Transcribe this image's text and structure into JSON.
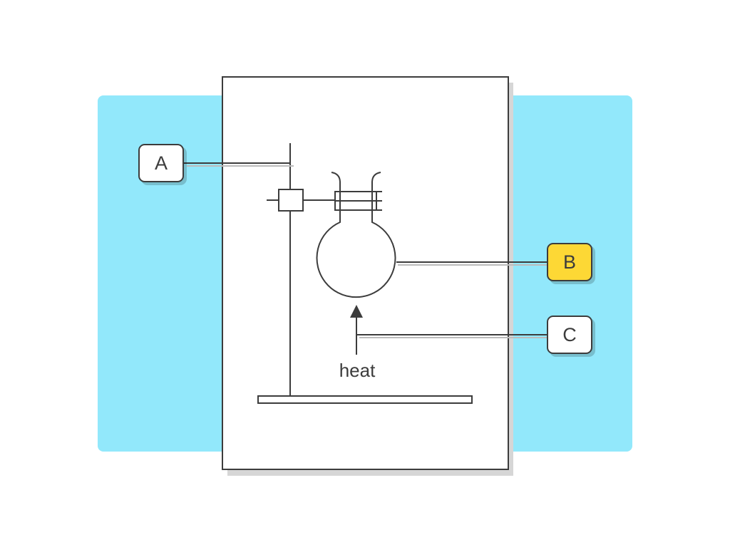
{
  "labels": {
    "a": "A",
    "b": "B",
    "c": "C"
  },
  "diagram": {
    "heat_text": "heat"
  },
  "colors": {
    "background_panel": "#92e8fb",
    "highlight_label": "#fdd835",
    "stroke": "#3c3c3c",
    "card": "#ffffff"
  }
}
